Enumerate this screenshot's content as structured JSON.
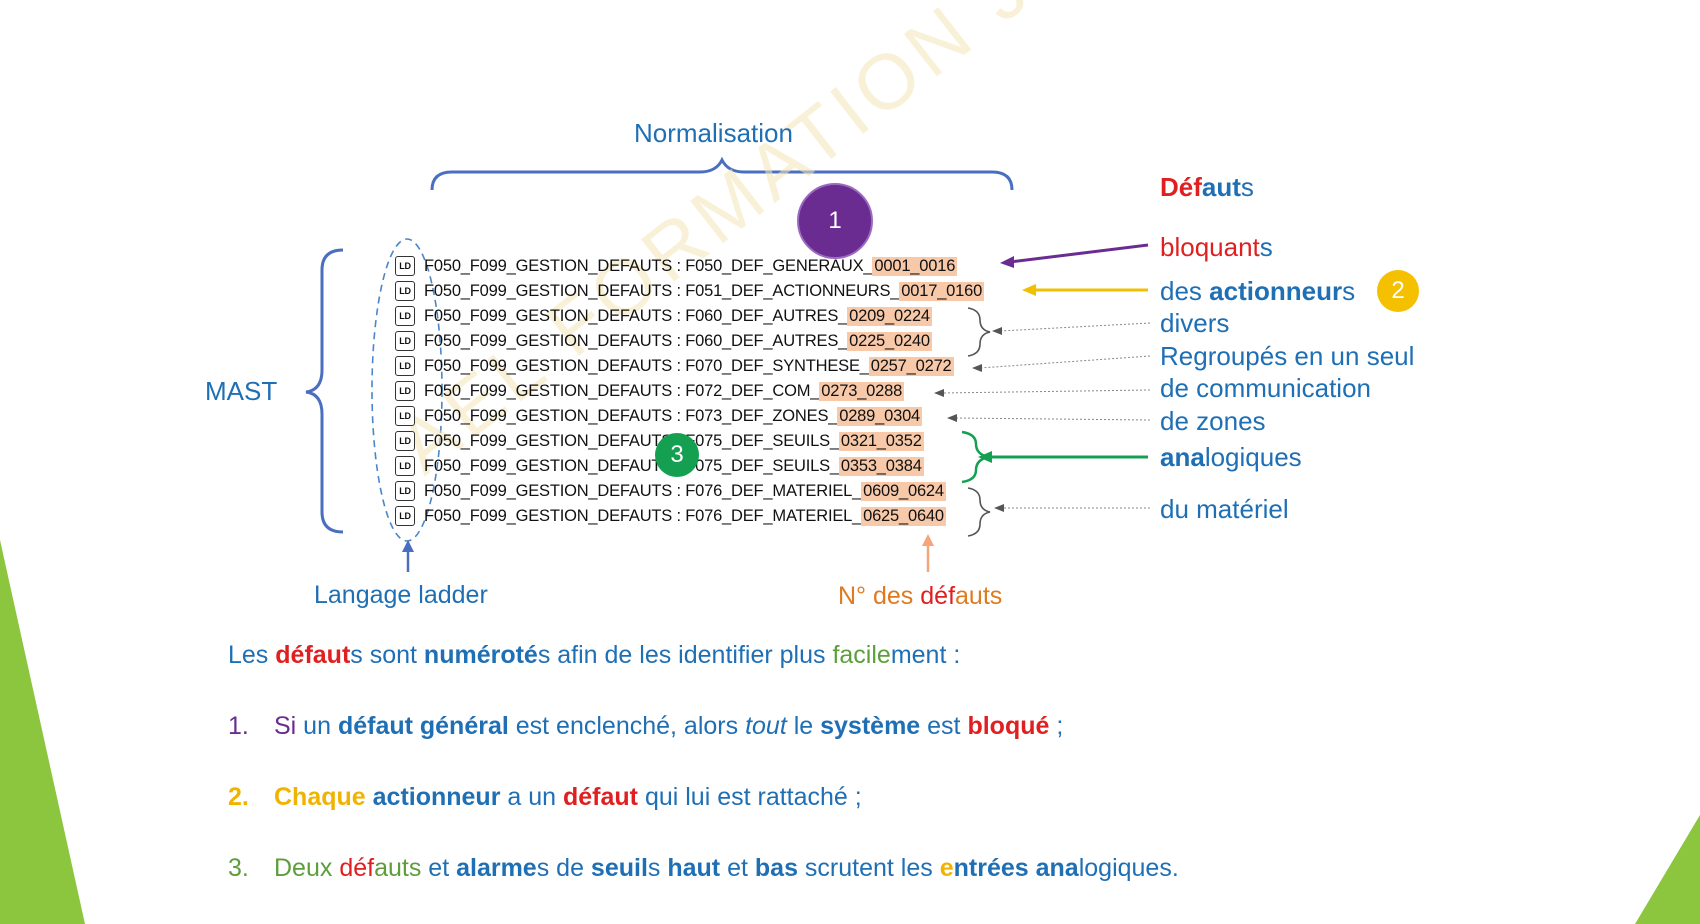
{
  "top_label": "Normalisation",
  "markers": {
    "one": "1",
    "two": "2",
    "three": "3"
  },
  "left_label": "MAST",
  "bottom_left_label": "Langage ladder",
  "bottom_right_label": {
    "p1": "N° des ",
    "p2": "déf",
    "p3": "auts"
  },
  "watermark": "AEL FORMATION JEST",
  "ld_icon": "LD",
  "rows": [
    {
      "prefix": "F050_F099_GESTION_DEFAUTS : F050_DEF_GENERAUX_",
      "num": "0001_0016"
    },
    {
      "prefix": "F050_F099_GESTION_DEFAUTS : F051_DEF_ACTIONNEURS_",
      "num": "0017_0160"
    },
    {
      "prefix": "F050_F099_GESTION_DEFAUTS : F060_DEF_AUTRES_",
      "num": "0209_0224"
    },
    {
      "prefix": "F050_F099_GESTION_DEFAUTS : F060_DEF_AUTRES_",
      "num": "0225_0240"
    },
    {
      "prefix": "F050_F099_GESTION_DEFAUTS : F070_DEF_SYNTHESE_",
      "num": "0257_0272"
    },
    {
      "prefix": "F050_F099_GESTION_DEFAUTS : F072_DEF_COM_",
      "num": "0273_0288"
    },
    {
      "prefix": "F050_F099_GESTION_DEFAUTS : F073_DEF_ZONES_",
      "num": "0289_0304"
    },
    {
      "prefix": "F050_F099_GESTION_DEFAUTS : F075_DEF_SEUILS_",
      "num": "0321_0352"
    },
    {
      "prefix": "F050_F099_GESTION_DEFAUTS : F075_DEF_SEUILS_",
      "num": "0353_0384"
    },
    {
      "prefix": "F050_F099_GESTION_DEFAUTS : F076_DEF_MATERIEL_",
      "num": "0609_0624"
    },
    {
      "prefix": "F050_F099_GESTION_DEFAUTS : F076_DEF_MATERIEL_",
      "num": "0625_0640"
    }
  ],
  "right": {
    "title": {
      "p1": "Déf",
      "p2": "aut",
      "p3": "s"
    },
    "bloquants": {
      "p1": "bloquant",
      "p2": "s"
    },
    "actionneurs": {
      "p1": "des ",
      "p2": "actionneur",
      "p3": "s"
    },
    "divers": "divers",
    "regroupes": "Regroupés en un seul",
    "communication": "de communication",
    "zones": "de zones",
    "analogiques": {
      "p1": "ana",
      "p2": "logiques"
    },
    "materiel": "du matériel"
  },
  "intro": {
    "p1": "Les ",
    "p2": "défaut",
    "p3": "s sont ",
    "p4": "numéroté",
    "p5": "s afin de les identifier plus ",
    "p6": "facile",
    "p7": "ment :"
  },
  "item1": {
    "n": "1.",
    "a": "Si",
    "b": " un ",
    "c": "défaut général",
    "d": " est enclenché, alors ",
    "e": "tout",
    "f": " le ",
    "g": "système",
    "h": " est ",
    "i": "bloqué",
    "j": " ;"
  },
  "item2": {
    "n": "2.",
    "a": "Chaque",
    "b": " ",
    "c": "actionneur",
    "d": " a un ",
    "e": "défaut",
    "f": " qui lui est rattaché ;"
  },
  "item3": {
    "n": "3.",
    "a": "Deux ",
    "b": "déf",
    "c": "auts",
    "d": " et ",
    "e": "alarme",
    "f": "s de ",
    "g": "seuil",
    "h": "s ",
    "i": "haut",
    "j": " et ",
    "k": "bas",
    "l": " scrutent les ",
    "m": "e",
    "n2": "ntrées ",
    "o": "ana",
    "p": "logiques."
  },
  "colors": {
    "blue": "#1f6fb5",
    "red": "#e02020",
    "orange": "#e07a1f",
    "gold": "#f0b400",
    "green": "#5c9e3a",
    "purple": "#6a2c91",
    "highlight": "#f7c9a9"
  }
}
